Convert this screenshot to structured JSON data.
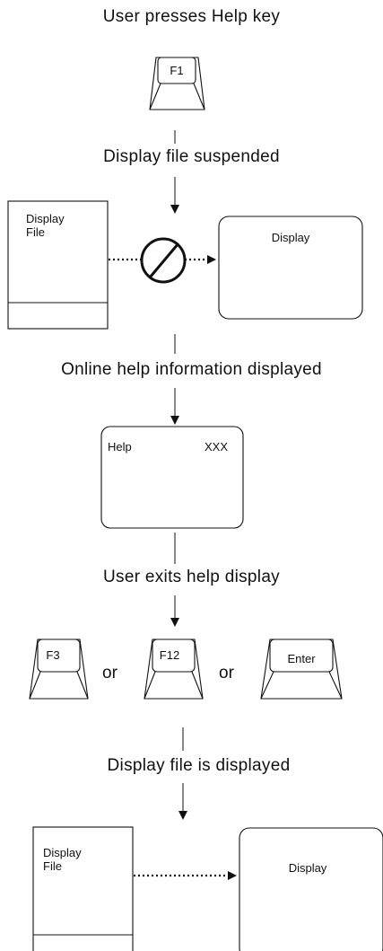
{
  "steps": {
    "help_pressed": "User presses Help key",
    "suspended": "Display file suspended",
    "help_displayed": "Online help information displayed",
    "exits": "User exits help display",
    "redisplayed": "Display file is displayed"
  },
  "keys": {
    "help": "F1",
    "exit_1": "F3",
    "exit_2": "F12",
    "exit_3": "Enter"
  },
  "connector_or": "or",
  "display_file_label": "Display\nFile",
  "display_label": "Display",
  "help_screen": {
    "title": "Help",
    "code": "XXX"
  }
}
